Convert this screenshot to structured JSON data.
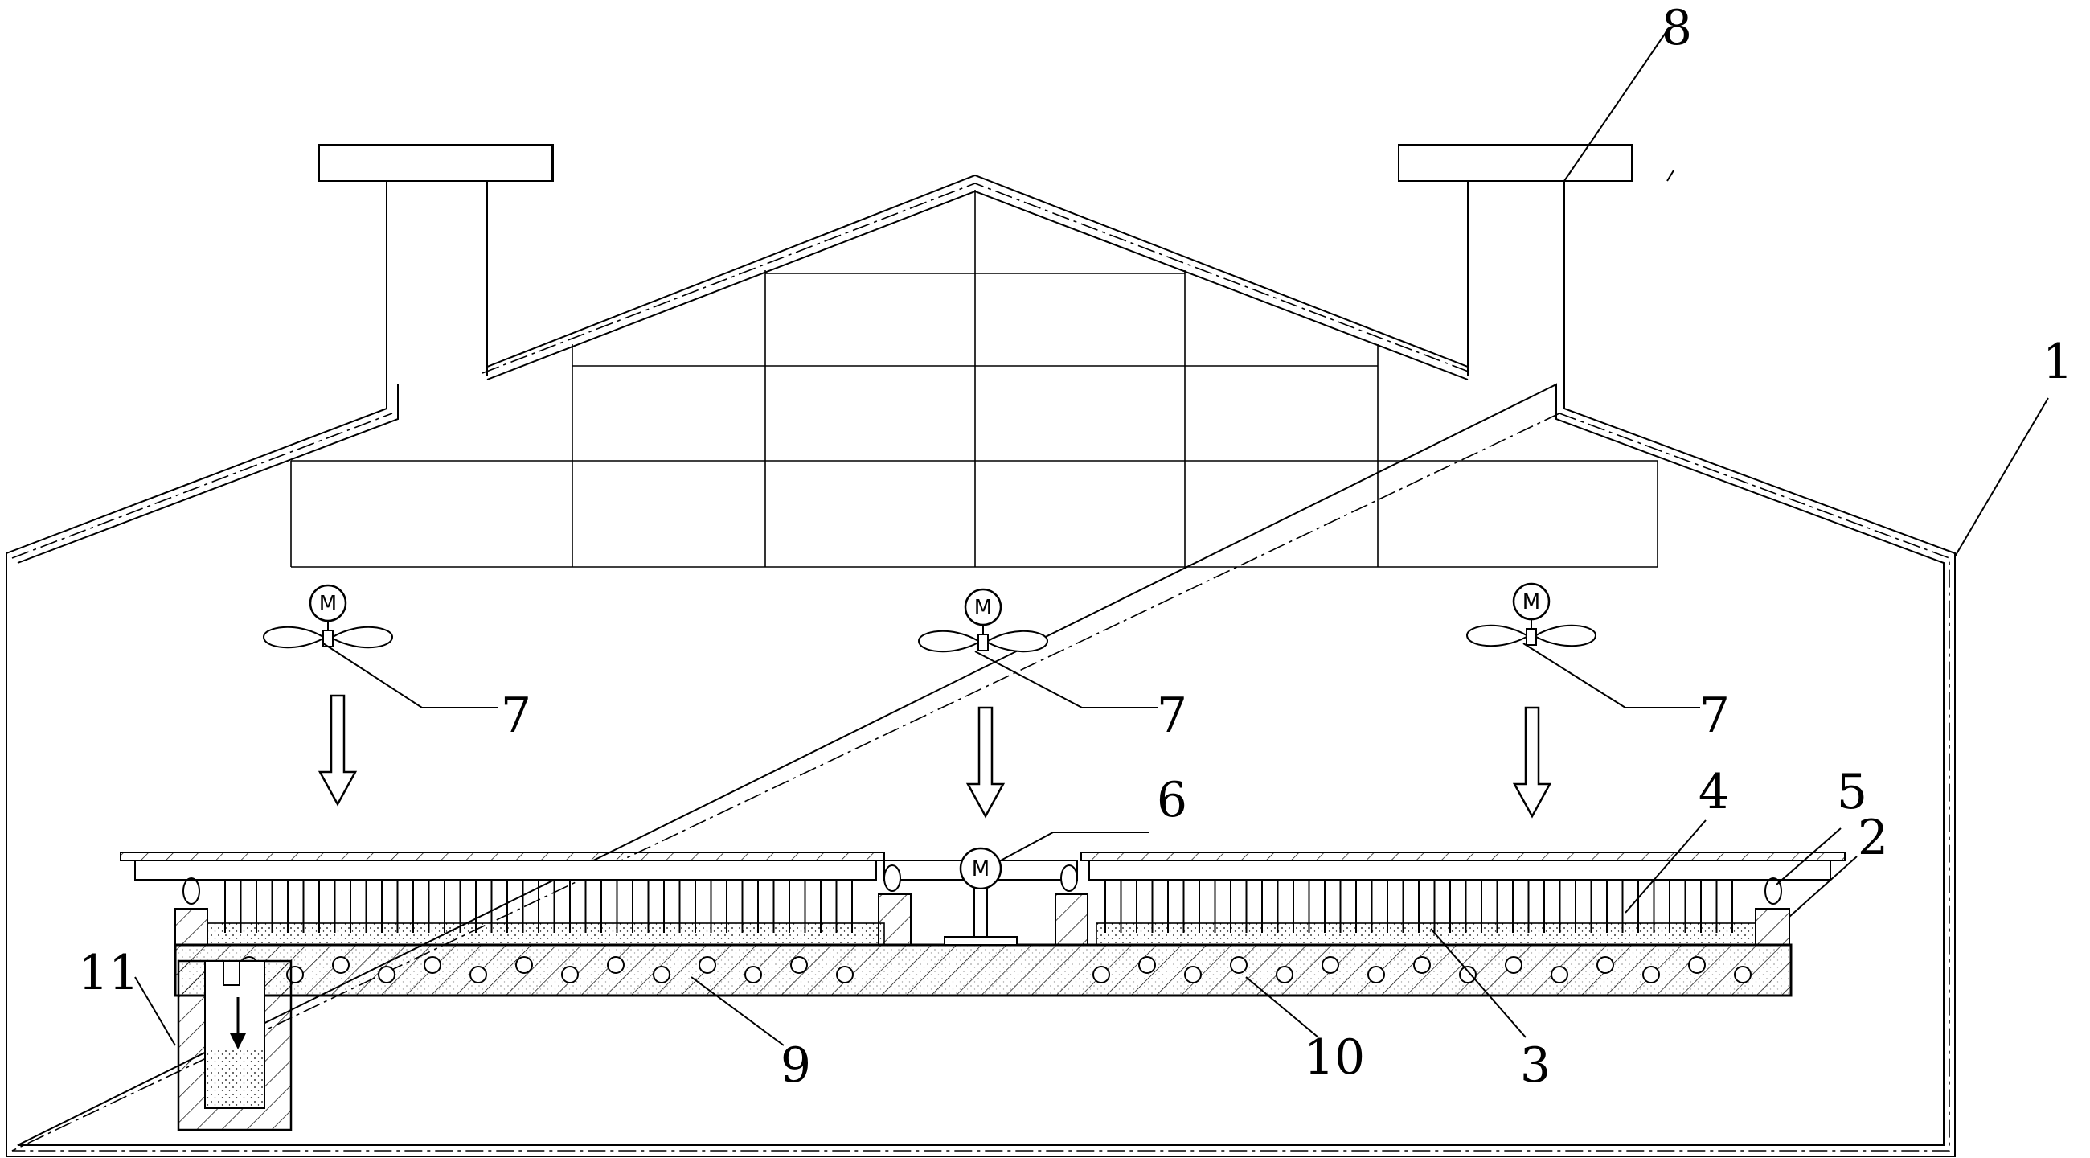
{
  "diagram": {
    "labels": {
      "shell": "1",
      "side_wall": "2",
      "material_layer": "3",
      "tines": "4",
      "roller": "5",
      "center_motor": "6",
      "fans": "7",
      "chimney": "8",
      "floor_slab": "9",
      "heating_pipes": "10",
      "collection_pit": "11"
    },
    "motor_symbol": "M",
    "fan_count": 3,
    "line_color": "#000000",
    "background": "#ffffff"
  }
}
